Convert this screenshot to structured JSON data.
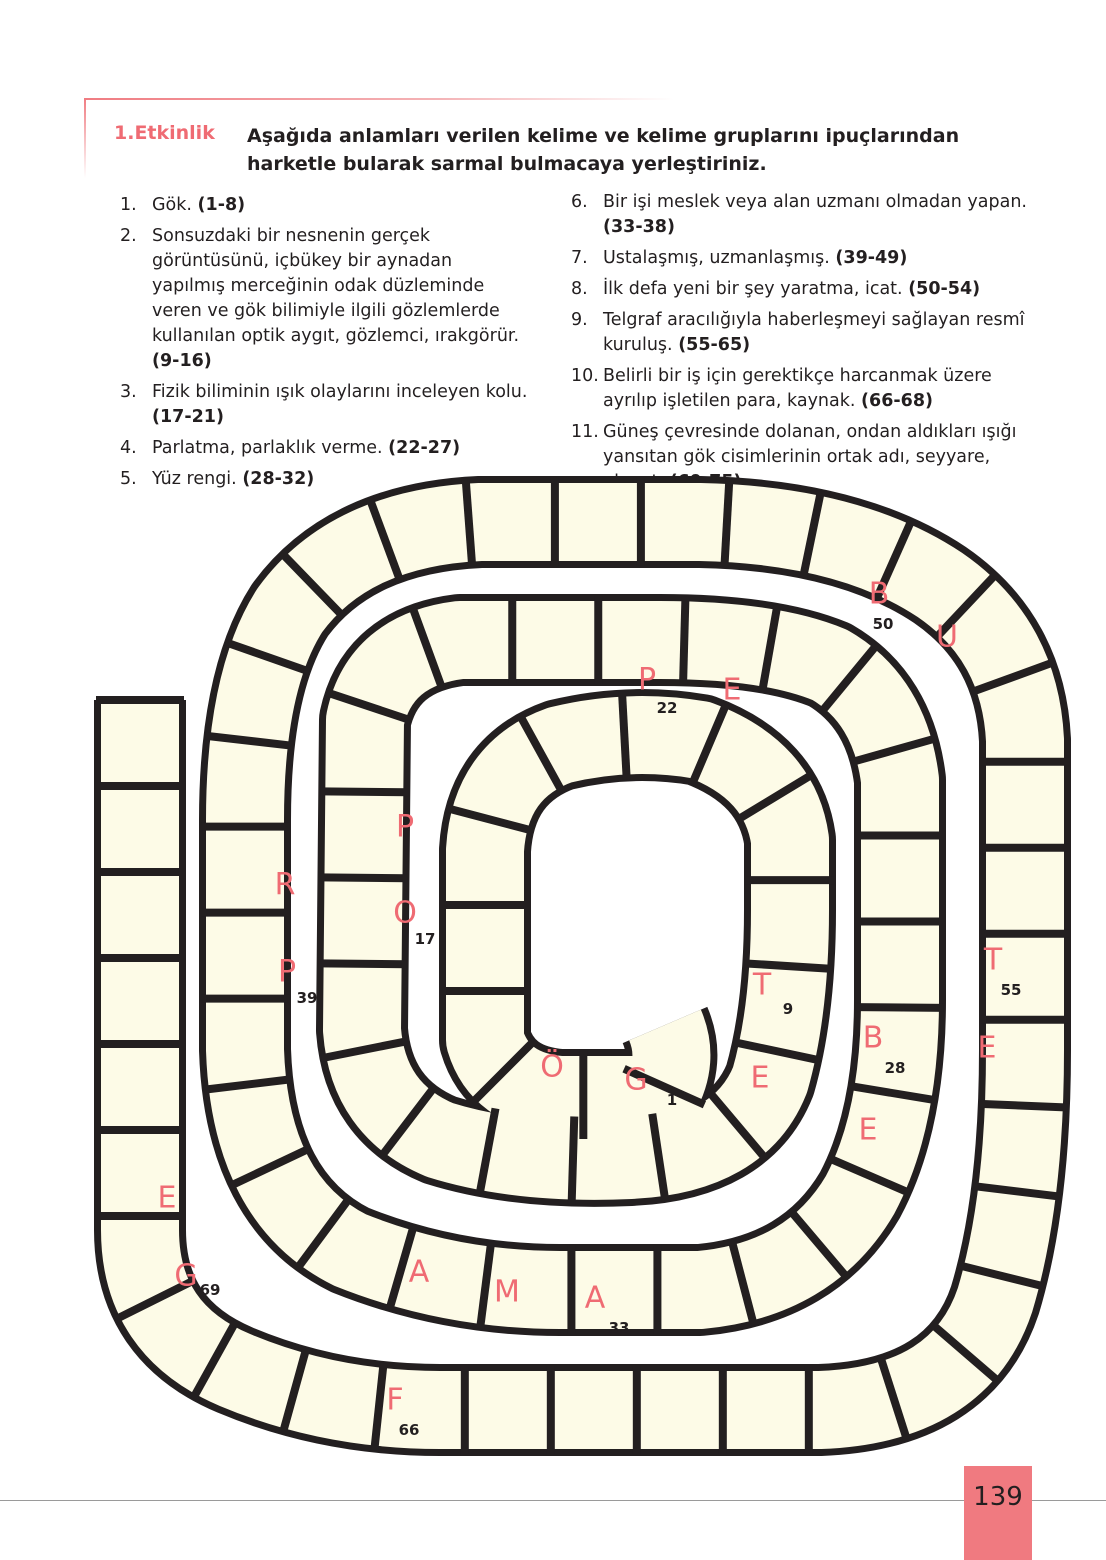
{
  "activity": {
    "label": "1.Etkinlik",
    "title": "Aşağıda anlamları verilen kelime ve kelime gruplarını ipuçlarından harketle bularak sarmal bulmacaya yerleştiriniz."
  },
  "clues_left": [
    {
      "num": "1.",
      "text": "Gök.",
      "range": "(1-8)"
    },
    {
      "num": "2.",
      "text": "Sonsuzdaki bir nesnenin gerçek görüntüsünü, içbükey bir aynadan yapılmış merceğinin odak düzleminde veren ve gök bilimiyle ilgili gözlemlerde kullanılan optik aygıt, gözlemci, ırakgörür.",
      "range": "(9-16)"
    },
    {
      "num": "3.",
      "text": "Fizik biliminin ışık olaylarını inceleyen kolu.",
      "range": "(17-21)"
    },
    {
      "num": "4.",
      "text": "Parlatma, parlaklık verme.",
      "range": "(22-27)"
    },
    {
      "num": "5.",
      "text": "Yüz rengi.",
      "range": "(28-32)"
    }
  ],
  "clues_right": [
    {
      "num": "6.",
      "text": "Bir işi meslek veya alan uzmanı olmadan yapan.",
      "range": "(33-38)"
    },
    {
      "num": "7.",
      "text": "Ustalaşmış, uzmanlaşmış.",
      "range": "(39-49)"
    },
    {
      "num": "8.",
      "text": "İlk defa yeni bir şey yaratma, icat.",
      "range": "(50-54)"
    },
    {
      "num": "9.",
      "text": "Telgraf aracılığıyla haberleşmeyi sağlayan resmî kuruluş.",
      "range": "(55-65)"
    },
    {
      "num": "10.",
      "text": "Belirli bir iş için gerektikçe harcanmak üzere ayrılıp işletilen para, kaynak.",
      "range": "(66-68)"
    },
    {
      "num": "11.",
      "text": "Güneş çevresinde dolanan, ondan aldıkları ışığı yansıtan gök cisimlerinin ortak adı, seyyare, planet.",
      "range": "(69-75)"
    }
  ],
  "puzzle": {
    "cells": [
      {
        "letter": "G",
        "number": "1"
      },
      {
        "letter": "Ö",
        "number": ""
      },
      {
        "letter": "T",
        "number": "9"
      },
      {
        "letter": "E",
        "number": ""
      },
      {
        "letter": "O",
        "number": "17"
      },
      {
        "letter": "P",
        "number": ""
      },
      {
        "letter": "P",
        "number": "22"
      },
      {
        "letter": "E",
        "number": ""
      },
      {
        "letter": "B",
        "number": "28"
      },
      {
        "letter": "E",
        "number": ""
      },
      {
        "letter": "A",
        "number": "33"
      },
      {
        "letter": "M",
        "number": ""
      },
      {
        "letter": "A",
        "number": ""
      },
      {
        "letter": "P",
        "number": "39"
      },
      {
        "letter": "R",
        "number": ""
      },
      {
        "letter": "B",
        "number": "50"
      },
      {
        "letter": "U",
        "number": ""
      },
      {
        "letter": "T",
        "number": "55"
      },
      {
        "letter": "E",
        "number": ""
      },
      {
        "letter": "F",
        "number": "66"
      },
      {
        "letter": "G",
        "number": "69"
      },
      {
        "letter": "E",
        "number": ""
      }
    ]
  },
  "page_number": "139",
  "colors": {
    "accent": "#ef6b73",
    "cell_fill": "#fdfbe7",
    "border": "#231f20",
    "page_tab": "#f07a80"
  }
}
